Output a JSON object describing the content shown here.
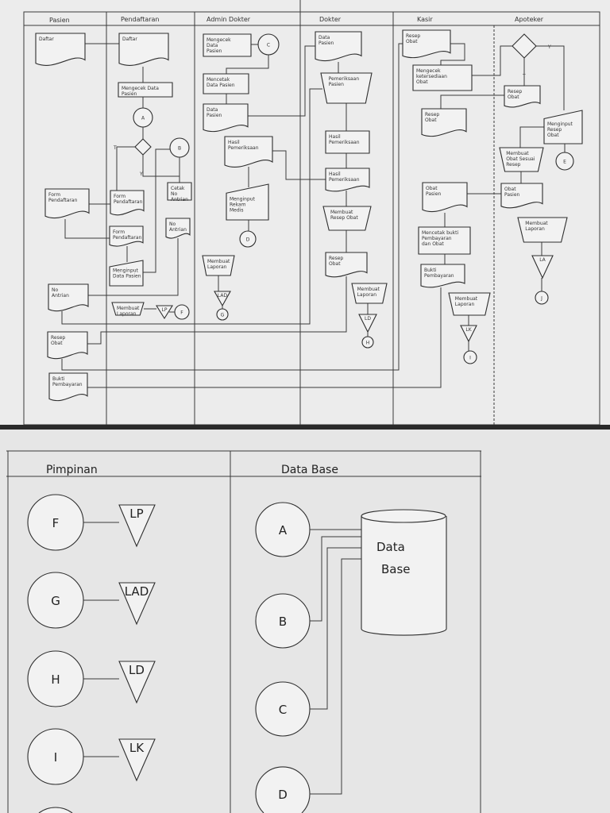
{
  "top_lanes": [
    "Pasien",
    "Pendaftaran",
    "Admin Dokter",
    "Dokter",
    "Kasir",
    "Apoteker"
  ],
  "nodes": {
    "ps_daftar": [
      "Daftar"
    ],
    "ps_form": [
      "Form",
      "Pendaftaran"
    ],
    "ps_noantrian": [
      "No",
      "Antrian"
    ],
    "ps_resep": [
      "Resep",
      "Obat"
    ],
    "ps_bukti": [
      "Bukti",
      "Pembayaran"
    ],
    "pd_daftar": [
      "Daftar"
    ],
    "pd_cek": [
      "Mengecek Data",
      "Pasien"
    ],
    "pd_A": [
      "A"
    ],
    "pd_dec": [
      ""
    ],
    "pd_B": [
      "B"
    ],
    "pd_form1": [
      "Form",
      "Pendaftaran"
    ],
    "pd_cetak": [
      "Cetak",
      "No",
      "Antrian"
    ],
    "pd_noantrian": [
      "No",
      "Antrian"
    ],
    "pd_form2": [
      "Form",
      "Pendaftaran"
    ],
    "pd_input": [
      "Menginput",
      "Data Pasien"
    ],
    "pd_lap": [
      "Membuat",
      "Laporan"
    ],
    "pd_LP": [
      "LP"
    ],
    "pd_F": [
      "F"
    ],
    "ad_cek": [
      "Mengecek",
      "Data",
      "Pasien"
    ],
    "ad_C": [
      "C"
    ],
    "ad_cetak": [
      "Mencetak",
      "Data Pasien"
    ],
    "ad_data": [
      "Data",
      "Pasien"
    ],
    "ad_hasil": [
      "Hasil",
      "Pemeriksaan"
    ],
    "ad_input": [
      "Menginput",
      "Rekam",
      "Medis"
    ],
    "ad_D": [
      "D"
    ],
    "ad_lap": [
      "Membuat",
      "Laporan"
    ],
    "ad_LAD": [
      "LAD"
    ],
    "ad_G": [
      "G"
    ],
    "dk_data": [
      "Data",
      "Pasien"
    ],
    "dk_periksa": [
      "Pemeriksaan",
      "Pasien"
    ],
    "dk_hasil1": [
      "Hasil",
      "Pemeriksaan"
    ],
    "dk_hasil2": [
      "Hasil",
      "Pemeriksaan"
    ],
    "dk_resepbuat": [
      "Membuat",
      "Resep Obat"
    ],
    "dk_resep": [
      "Resep",
      "Obat"
    ],
    "dk_lap": [
      "Membuat",
      "Laporan"
    ],
    "dk_LD": [
      "LD"
    ],
    "dk_H": [
      "H"
    ],
    "ks_resep": [
      "Resep",
      "Obat"
    ],
    "ks_cek": [
      "Mengecek",
      "ketersediaan",
      "Obat"
    ],
    "ks_resep2": [
      "Resep",
      "Obat"
    ],
    "ks_obat": [
      "Obat",
      "Pasien"
    ],
    "ks_cetak": [
      "Mencetak bukti",
      "Pembayaran",
      "dan Obat"
    ],
    "ks_bukti": [
      "Bukti",
      "Pembayaran"
    ],
    "ks_lap": [
      "Membuat",
      "Laporan"
    ],
    "ks_LK": [
      "LK"
    ],
    "ks_I": [
      "I"
    ],
    "ap_dec": [
      ""
    ],
    "ap_resep": [
      "Resep",
      "Obat"
    ],
    "ap_input": [
      "Menginput",
      "Resep",
      "Obat"
    ],
    "ap_E": [
      "E"
    ],
    "ap_buat": [
      "Membuat",
      "Obat Sesuai",
      "Resep"
    ],
    "ap_obat": [
      "Obat",
      "Pasien"
    ],
    "ap_lap": [
      "Membuat",
      "Laporan"
    ],
    "ap_LA": [
      "LA"
    ],
    "ap_J": [
      "J"
    ]
  },
  "decision_labels": {
    "pendaftaran_no": "T",
    "pendaftaran_yes": "Y",
    "apoteker_no": "T",
    "apoteker_yes": "Y"
  },
  "bottom_lanes": [
    "Pimpinan",
    "Data Base"
  ],
  "pimpinan": [
    {
      "connector": "F",
      "report": "LP"
    },
    {
      "connector": "G",
      "report": "LAD"
    },
    {
      "connector": "H",
      "report": "LD"
    },
    {
      "connector": "I",
      "report": "LK"
    }
  ],
  "database_inputs": [
    "A",
    "B",
    "C",
    "D"
  ],
  "database_label": [
    "Data",
    "Base"
  ]
}
